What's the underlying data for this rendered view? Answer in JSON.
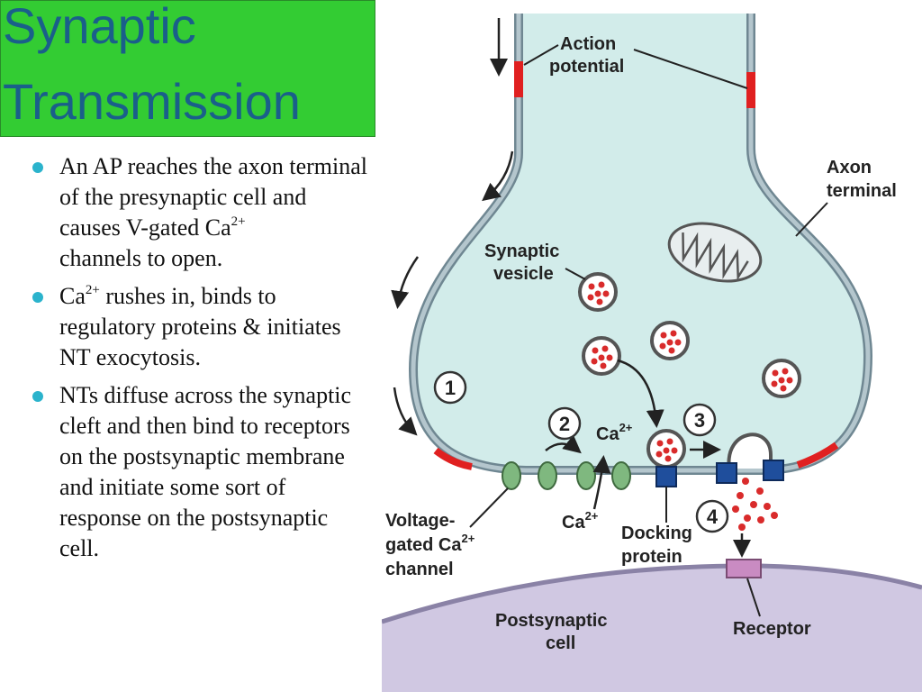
{
  "title": {
    "line1": "Synaptic",
    "line2": "Transmission"
  },
  "bullets": {
    "b1": {
      "pre": "An AP reaches the axon terminal of the presynaptic cell and causes V-gated Ca",
      "sup": "2+",
      "post": " channels to open."
    },
    "b2": {
      "pre": "Ca",
      "sup": "2+",
      "post": " rushes in, binds to regulatory proteins & initiates NT exocytosis."
    },
    "b3": {
      "text": "NTs diffuse across the synaptic cleft and then bind to receptors on the postsynaptic membrane and initiate some sort of response on the postsynaptic cell."
    }
  },
  "diagram": {
    "action_potential": {
      "line1": "Action",
      "line2": "potential"
    },
    "axon_terminal": {
      "line1": "Axon",
      "line2": "terminal"
    },
    "synaptic_vesicle": {
      "line1": "Synaptic",
      "line2": "vesicle"
    },
    "step1": "1",
    "step2": "2",
    "step3": "3",
    "step4": "4",
    "ca_label": {
      "base": "Ca",
      "sup": "2+"
    },
    "vg_channel": {
      "line1": "Voltage-",
      "line2": "gated Ca",
      "sup": "2+",
      "line3": "channel"
    },
    "docking_protein": {
      "line1": "Docking",
      "line2": "protein"
    },
    "postsynaptic_cell": {
      "line1": "Postsynaptic",
      "line2": "cell"
    },
    "receptor": "Receptor",
    "colors": {
      "cytoplasm": "#d2ecea",
      "membrane": "#8ea3ad",
      "ap": "#e02020",
      "channel": "#7fb87f",
      "docking": "#1f4e9c",
      "nt": "#d92b2b",
      "postsynaptic": "#d0c8e2",
      "receptor": "#c98bc2"
    }
  }
}
